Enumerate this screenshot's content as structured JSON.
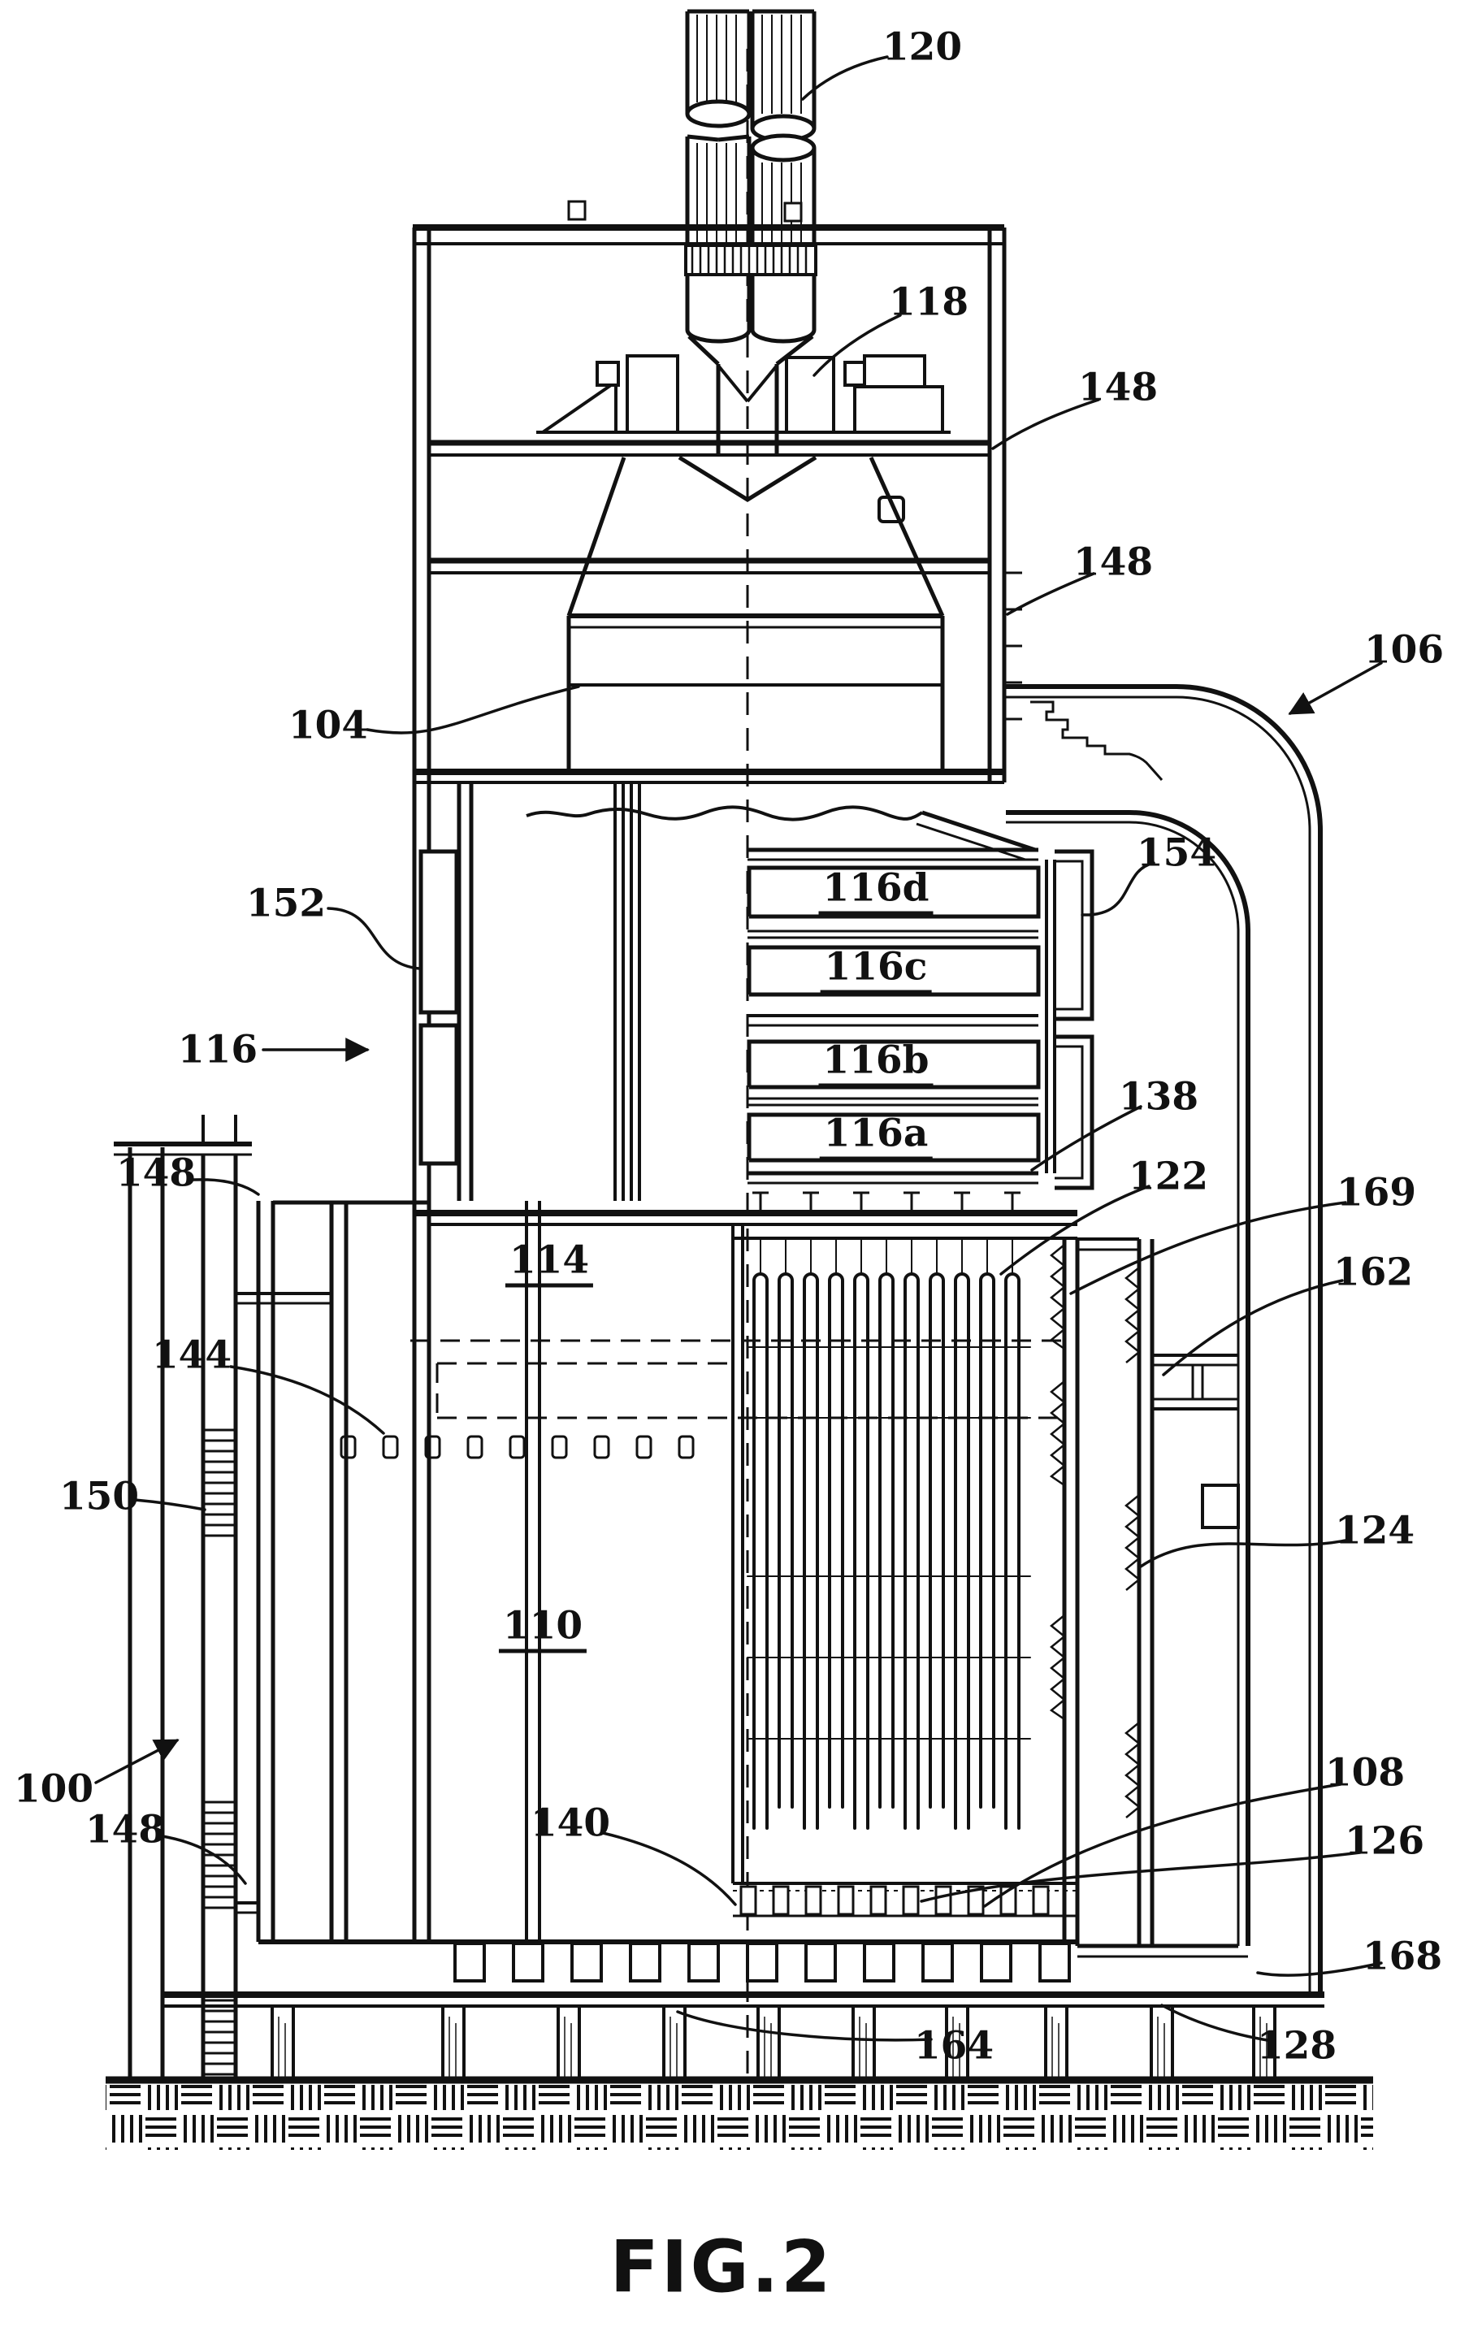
{
  "figure": {
    "caption": "FIG.2"
  },
  "labels": {
    "n120": "120",
    "n118": "118",
    "n148a": "148",
    "n148b": "148",
    "n106": "106",
    "n104": "104",
    "n154": "154",
    "n152": "152",
    "n116": "116",
    "n116d": "116d",
    "n116c": "116c",
    "n116b": "116b",
    "n116a": "116a",
    "n138": "138",
    "n122": "122",
    "n169": "169",
    "n162": "162",
    "n148c": "148",
    "n114": "114",
    "n144": "144",
    "n150": "150",
    "n124": "124",
    "n110": "110",
    "n100": "100",
    "n148d": "148",
    "n140": "140",
    "n108": "108",
    "n126": "126",
    "n168": "168",
    "n164": "164",
    "n128": "128"
  }
}
